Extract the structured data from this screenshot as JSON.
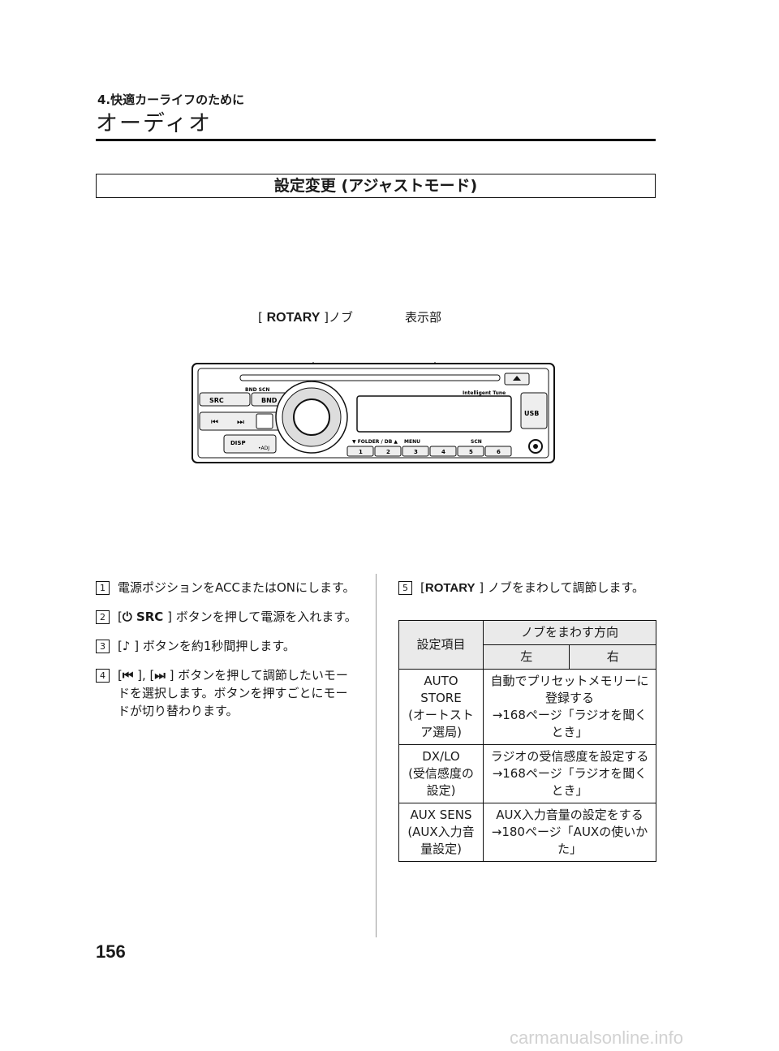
{
  "header": {
    "chapter": "4.快適カーライフのために",
    "title": "オーディオ"
  },
  "section": {
    "title": "設定変更 (アジャストモード)"
  },
  "figure": {
    "rotary_open": "[ ",
    "rotary_name": "ROTARY",
    "rotary_close": " ]ノブ",
    "display_label": "表示部",
    "unit": {
      "src": "SRC",
      "bnd": "BND",
      "disp": "DISP",
      "adj": "•ADJ",
      "brand": "Intelligent Tune",
      "usb": "USB",
      "top_small": "BND SCN",
      "folder": "▼ FOLDER / DB ▲",
      "menu": "MENU",
      "scn": "SCN",
      "presets": [
        "1",
        "2",
        "3",
        "4",
        "5",
        "6"
      ]
    }
  },
  "steps": [
    {
      "num": "1",
      "text": "電源ポジションをACCまたはONにします。"
    },
    {
      "num": "2",
      "pre": "[",
      "key": "⏻ SRC",
      "text": " ] ボタンを押して電源を入れます。"
    },
    {
      "num": "3",
      "pre": "[",
      "key": "♪",
      "text": " ] ボタンを約1秒間押します。"
    },
    {
      "num": "4",
      "pre": "[",
      "key": "⏮",
      "mid": " ], [",
      "key2": "⏭",
      "text": " ] ボタンを押して調節したいモードを選択します。ボタンを押すごとにモードが切り替わります。"
    }
  ],
  "step5": {
    "num": "5",
    "pre": "[",
    "key": "ROTARY",
    "text": " ] ノブをまわして調節します。"
  },
  "table": {
    "header_item": "設定項目",
    "header_dir": "ノブをまわす方向",
    "header_left": "左",
    "header_right": "右",
    "rows": [
      {
        "item": "AUTO\nSTORE\n(オートスト\nア選局)",
        "desc": "自動でプリセットメモリーに登録する",
        "ref": "→168ページ「ラジオを聞くとき」"
      },
      {
        "item": "DX/LO\n(受信感度の\n設定)",
        "desc": "ラジオの受信感度を設定する",
        "ref": "→168ページ「ラジオを聞くとき」"
      },
      {
        "item": "AUX SENS\n(AUX入力音\n量設定)",
        "desc": "AUX入力音量の設定をする",
        "ref": "→180ページ「AUXの使いかた」"
      }
    ]
  },
  "page_number": "156",
  "watermark": "carmanualsonline.info"
}
